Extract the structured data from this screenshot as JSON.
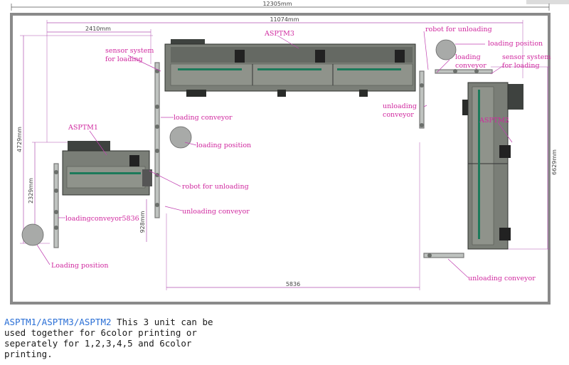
{
  "dimensions": {
    "total_width": "12305mm",
    "inner_width": "11074mm",
    "segment_top": "2410mm",
    "segment_bottom": "5836",
    "left_height": "4729mm",
    "left_sub_height": "2329mm",
    "small_height": "928mm",
    "right_height": "6629mm"
  },
  "labels": {
    "asptm3": "ASPTM3",
    "asptm1": "ASPTM1",
    "asptm2": "ASPTM2",
    "sensor_system_left_1": "sensor system",
    "sensor_system_left_2": "for loading",
    "sensor_system_right_1": "sensor system",
    "sensor_system_right_2": "for loading",
    "robot_unloading_top": "robot for unloading",
    "robot_unloading_mid": "robot for unloading",
    "loading_position_top": "loading position",
    "loading_position_mid": "loading position",
    "loading_position_bottom": "Loading position",
    "loading_conveyor_top_1": "loading",
    "loading_conveyor_top_2": "conveyor",
    "loading_conveyor_mid": "loading conveyor",
    "loading_conveyor_left": "loadingconveyor5836",
    "unloading_conveyor_top_1": "unloading",
    "unloading_conveyor_top_2": "conveyor",
    "unloading_conveyor_mid": "unloading conveyor",
    "unloading_conveyor_bottom": "unloading conveyor"
  },
  "caption": {
    "title": "ASPTM1/ASPTM3/ASPTM2",
    "text": "  This 3 unit can be used together for 6color printing or seperately for 1,2,3,4,5 and 6color printing."
  },
  "colors": {
    "label": "#d0299f",
    "leader": "#c040b0",
    "machine_body": "#7a7e77",
    "machine_dark": "#3e423f",
    "wall": "#8a8a8a",
    "caption_title": "#2a6fd6"
  }
}
